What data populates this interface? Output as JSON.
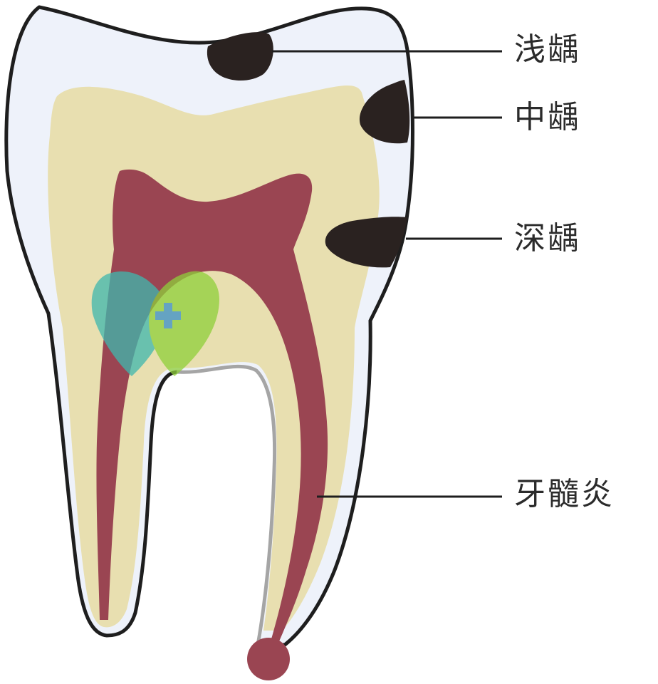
{
  "labels": {
    "shallow_caries": "浅龋",
    "medium_caries": "中龋",
    "deep_caries": "深龋",
    "pulpitis": "牙髓炎"
  },
  "colors": {
    "background": "#ffffff",
    "outline": "#1e1e1e",
    "enamel": "#eef2fa",
    "dentin": "#e8dfb0",
    "pulp": "#9a4552",
    "caries": "#2a2220",
    "leader_line": "#1e1e1e",
    "label_text": "#2b2b2b",
    "watermark_teal": "#3fb8ae",
    "watermark_green": "#8fcf3a",
    "watermark_cross": "#3a8fc9"
  },
  "watermark": {
    "icon": "heart-cross-logo-icon"
  }
}
